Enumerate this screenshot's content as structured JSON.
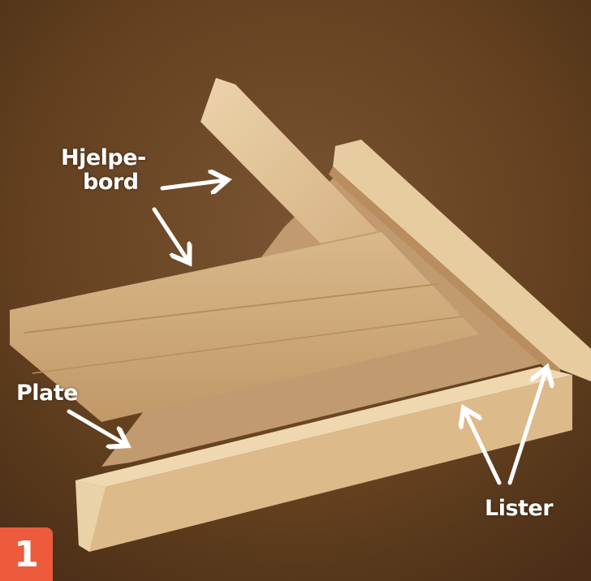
{
  "labels": {
    "hjelpebord_line1": "Hjelpe-",
    "hjelpebord_line2": "bord",
    "plate": "Plate",
    "lister": "Lister"
  },
  "badge": {
    "number": "1",
    "color": "#ec5b3c"
  },
  "colors": {
    "workbench": "#6b4528",
    "pine": "#e2c49a",
    "mdf": "#c19a70",
    "annotation": "#ffffff"
  }
}
